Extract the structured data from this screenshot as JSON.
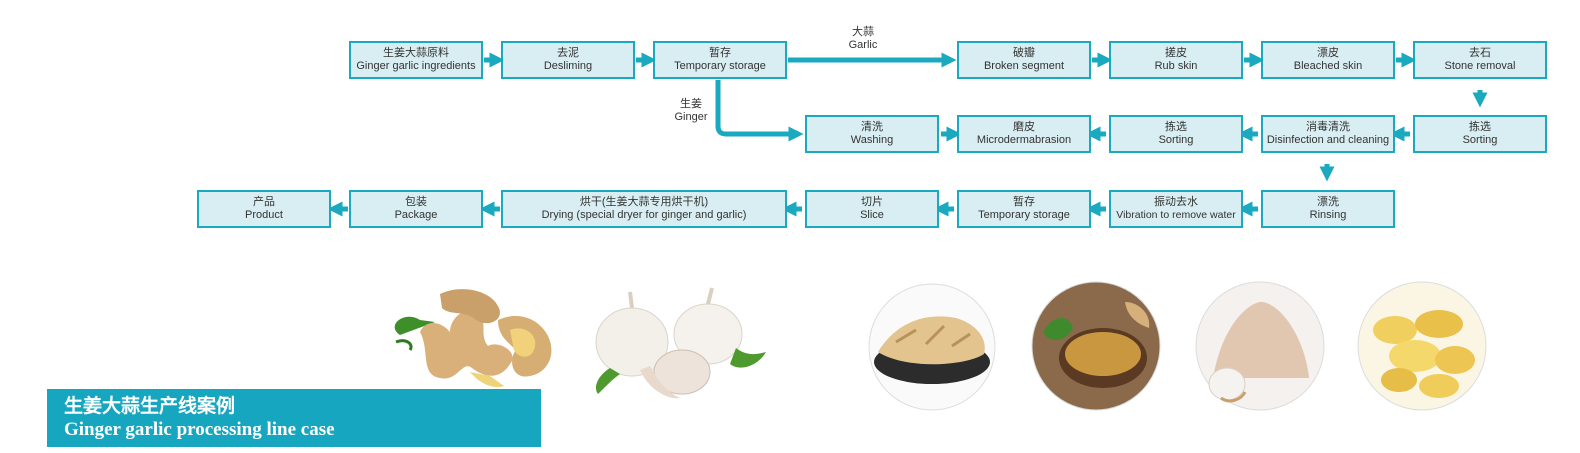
{
  "flow": {
    "steps": [
      {
        "zh": "生姜大蒜原料",
        "en": "Ginger garlic ingredients"
      },
      {
        "zh": "去泥",
        "en": "Desliming"
      },
      {
        "zh": "暂存",
        "en": "Temporary storage"
      },
      {
        "zh": "破瓣",
        "en": "Broken segment"
      },
      {
        "zh": "搓皮",
        "en": "Rub skin"
      },
      {
        "zh": "漂皮",
        "en": "Bleached skin"
      },
      {
        "zh": "去石",
        "en": "Stone removal"
      },
      {
        "zh": "清洗",
        "en": "Washing"
      },
      {
        "zh": "磨皮",
        "en": "Microdermabrasion"
      },
      {
        "zh": "拣选",
        "en": "Sorting"
      },
      {
        "zh": "消毒清洗",
        "en": "Disinfection and cleaning"
      },
      {
        "zh": "拣选",
        "en": "Sorting"
      },
      {
        "zh": "产品",
        "en": "Product"
      },
      {
        "zh": "包装",
        "en": "Package"
      },
      {
        "zh": "烘干(生姜大蒜专用烘干机)",
        "en": "Drying (special dryer for ginger and garlic)"
      },
      {
        "zh": "切片",
        "en": "Slice"
      },
      {
        "zh": "暂存",
        "en": "Temporary storage"
      },
      {
        "zh": "振动去水",
        "en": "Vibration to remove water"
      },
      {
        "zh": "漂洗",
        "en": "Rinsing"
      }
    ],
    "branch_garlic": {
      "zh": "大蒜",
      "en": "Garlic"
    },
    "branch_ginger": {
      "zh": "生姜",
      "en": "Ginger"
    },
    "accent_color": "#1aa9bf",
    "box_fill": "#d9eef2"
  },
  "banner": {
    "title_zh": "生姜大蒜生产线案例",
    "title_en": "Ginger garlic processing line case",
    "color": "#17a6bf"
  },
  "photos": [
    "ginger-root-photo",
    "garlic-bulbs-photo",
    "dried-ginger-slices-photo",
    "ginger-powder-bowl-photo",
    "garlic-powder-photo",
    "garlic-chips-photo"
  ]
}
